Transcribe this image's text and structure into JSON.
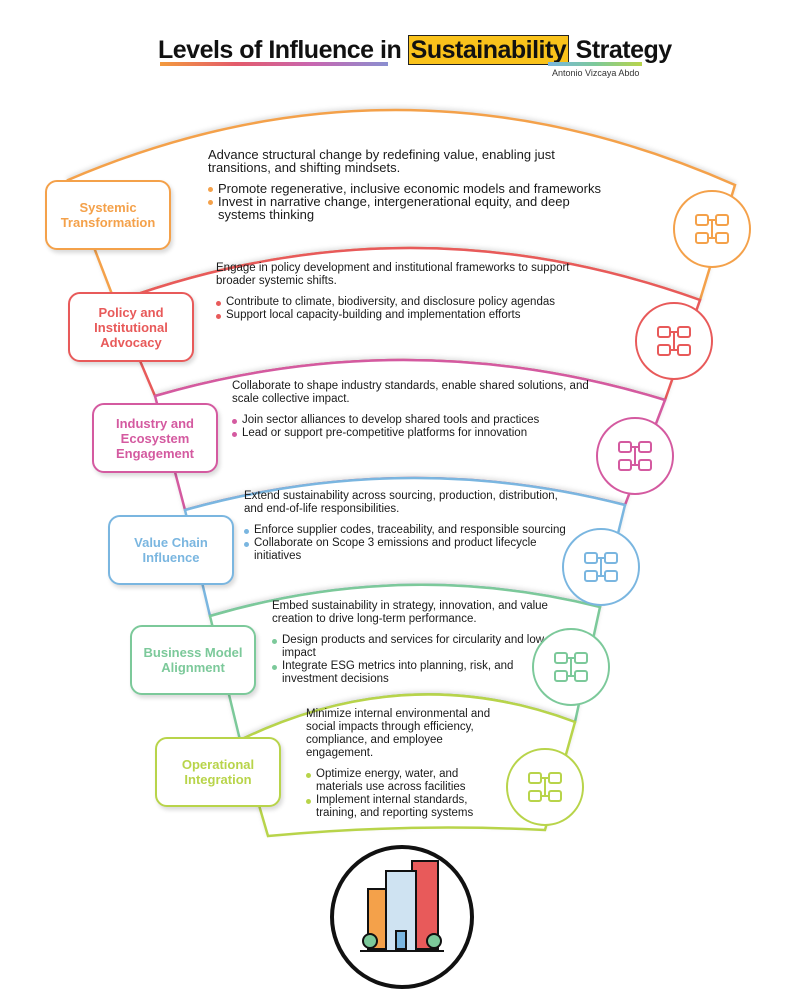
{
  "header": {
    "title_part1": "Levels of Influence in ",
    "title_highlight": "Sustainability",
    "title_part2": " Strategy",
    "author": "Antonio Vizcaya Abdo"
  },
  "levels": [
    {
      "name": "Systemic Transformation",
      "color": "#f4a14a",
      "icon": "systems-diagram-icon",
      "description": "Advance structural change by redefining value, enabling just transitions, and shifting mindsets.",
      "bullets": [
        "Promote regenerative, inclusive economic models and frameworks",
        "Invest in narrative change, intergenerational equity, and deep systems thinking"
      ]
    },
    {
      "name": "Policy and Institutional Advocacy",
      "color": "#e85a5a",
      "icon": "puzzle-hands-icon",
      "description": "Engage in policy development and institutional frameworks to support broader systemic shifts.",
      "bullets": [
        "Contribute to climate, biodiversity, and disclosure policy agendas",
        "Support local capacity-building and implementation efforts"
      ]
    },
    {
      "name": "Industry and Ecosystem Engagement",
      "color": "#d45aa0",
      "icon": "checklist-arrows-icon",
      "description": "Collaborate to shape industry standards, enable shared solutions, and scale collective impact.",
      "bullets": [
        "Join sector alliances to develop shared tools and practices",
        "Lead or support pre-competitive platforms for innovation"
      ]
    },
    {
      "name": "Value Chain Influence",
      "color": "#7ab6e0",
      "icon": "factory-gear-icon",
      "description": "Extend sustainability across sourcing, production, distribution, and end-of-life responsibilities.",
      "bullets": [
        "Enforce supplier codes, traceability, and responsible sourcing",
        "Collaborate on Scope 3 emissions and product lifecycle initiatives"
      ]
    },
    {
      "name": "Business Model Alignment",
      "color": "#7cc99a",
      "icon": "circular-economy-icon",
      "description": "Embed sustainability in strategy, innovation, and value creation to drive long-term performance.",
      "bullets": [
        "Design products and services for circularity and low impact",
        "Integrate ESG metrics into planning, risk, and investment decisions"
      ]
    },
    {
      "name": "Operational Integration",
      "color": "#b8d44a",
      "icon": "growth-chart-gear-icon",
      "description": "Minimize internal environmental and social impacts through efficiency, compliance, and employee engagement.",
      "bullets": [
        "Optimize energy, water, and materials use across facilities",
        "Implement internal standards, training, and reporting systems"
      ]
    }
  ],
  "base_icon": "city-buildings-icon"
}
